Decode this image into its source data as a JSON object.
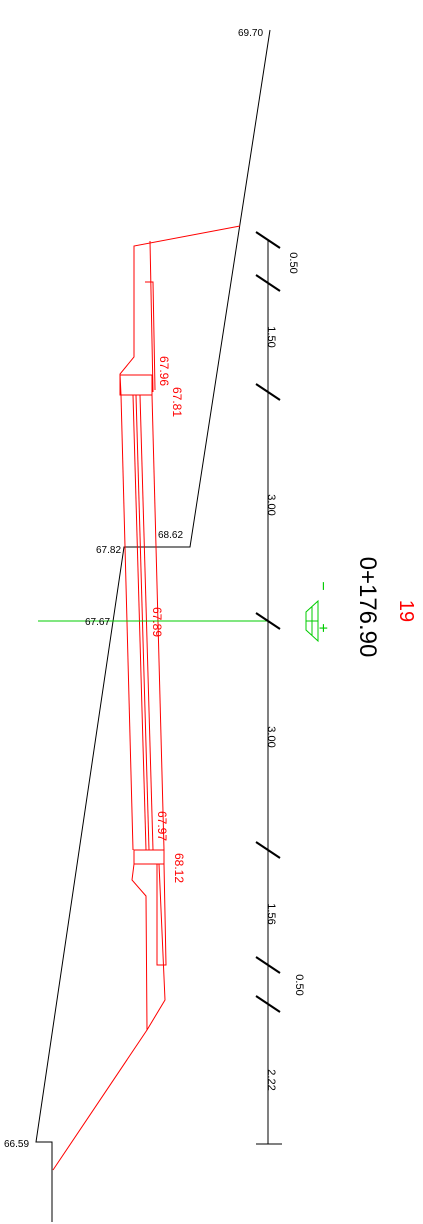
{
  "colors": {
    "ground": "#000000",
    "design": "#ff0000",
    "centerline": "#00cc00",
    "dimension": "#000000"
  },
  "ground_labels": {
    "top_right": "69.70",
    "bench_right": "68.62",
    "bench_left": "67.82",
    "centerline": "67.67",
    "bottom": "66.59"
  },
  "design_labels": {
    "upper_edge": "67.96",
    "upper_inner": "67.81",
    "center": "67.89",
    "lower_inner": "67.97",
    "lower_edge": "68.12"
  },
  "station": {
    "number": "19",
    "chainage": "0+176.90"
  },
  "dimensions": [
    "0.50",
    "1.50",
    "3.00",
    "3.00",
    "1.56",
    "0.50",
    "2.22"
  ],
  "centerline_symbols": {
    "minus": "−",
    "plus": "+"
  }
}
